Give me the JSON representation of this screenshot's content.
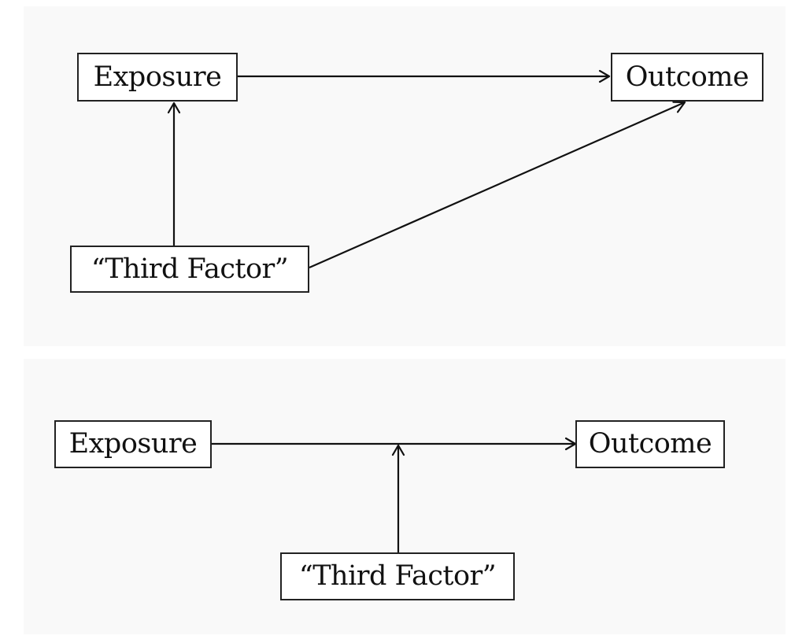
{
  "diagrams": [
    {
      "nodes": {
        "exposure": "Exposure",
        "outcome": "Outcome",
        "third_factor": "“Third Factor”"
      },
      "edges": [
        {
          "from": "exposure",
          "to": "outcome"
        },
        {
          "from": "third_factor",
          "to": "exposure"
        },
        {
          "from": "third_factor",
          "to": "outcome"
        }
      ]
    },
    {
      "nodes": {
        "exposure": "Exposure",
        "outcome": "Outcome",
        "third_factor": "“Third Factor”"
      },
      "edges": [
        {
          "from": "exposure",
          "to": "outcome"
        },
        {
          "from": "third_factor",
          "to": "exposure-outcome edge"
        }
      ]
    }
  ]
}
